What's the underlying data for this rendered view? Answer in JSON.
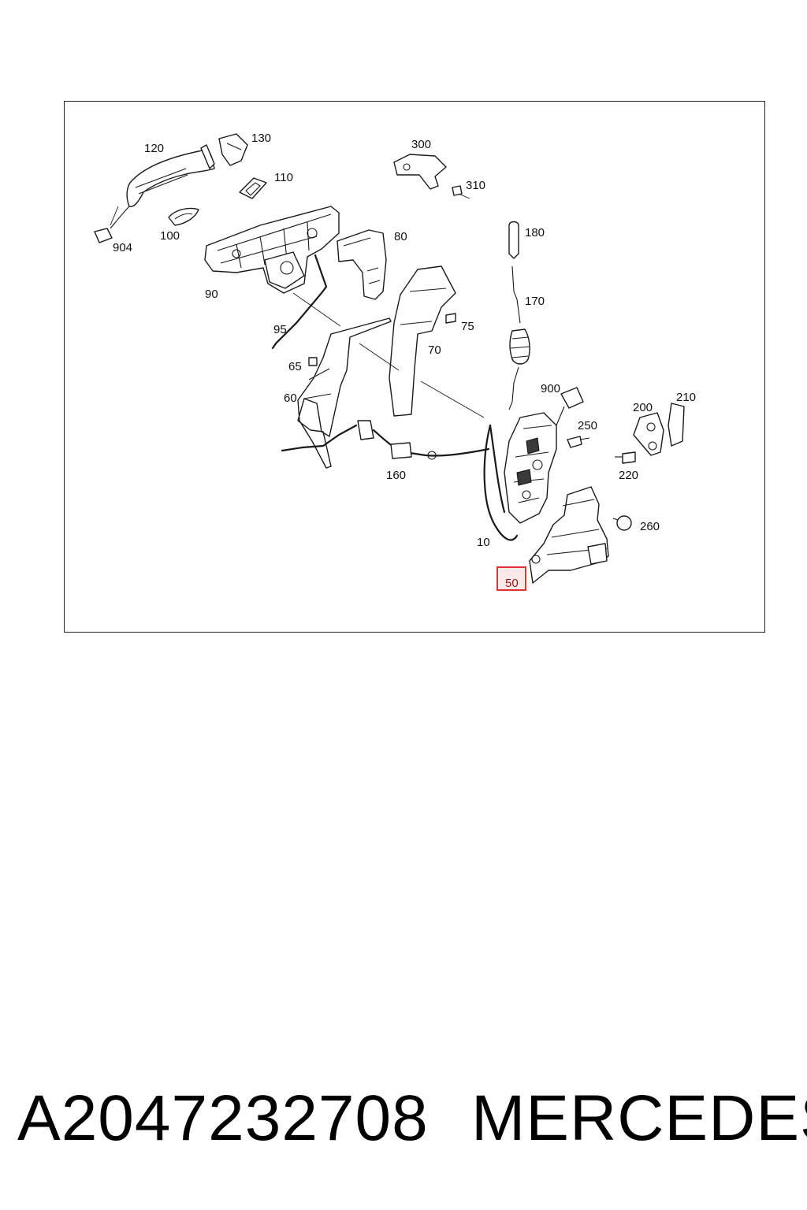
{
  "diagram": {
    "callouts": [
      {
        "id": "120",
        "label": "120"
      },
      {
        "id": "130",
        "label": "130"
      },
      {
        "id": "110",
        "label": "110"
      },
      {
        "id": "100",
        "label": "100"
      },
      {
        "id": "904",
        "label": "904"
      },
      {
        "id": "90",
        "label": "90"
      },
      {
        "id": "80",
        "label": "80"
      },
      {
        "id": "300",
        "label": "300"
      },
      {
        "id": "310",
        "label": "310"
      },
      {
        "id": "180",
        "label": "180"
      },
      {
        "id": "170",
        "label": "170"
      },
      {
        "id": "95",
        "label": "95"
      },
      {
        "id": "75",
        "label": "75"
      },
      {
        "id": "70",
        "label": "70"
      },
      {
        "id": "65",
        "label": "65"
      },
      {
        "id": "60",
        "label": "60"
      },
      {
        "id": "900",
        "label": "900"
      },
      {
        "id": "250",
        "label": "250"
      },
      {
        "id": "200",
        "label": "200"
      },
      {
        "id": "210",
        "label": "210"
      },
      {
        "id": "220",
        "label": "220"
      },
      {
        "id": "160",
        "label": "160"
      },
      {
        "id": "260",
        "label": "260"
      },
      {
        "id": "10",
        "label": "10"
      },
      {
        "id": "50",
        "label": "50",
        "highlighted": true
      }
    ],
    "highlight_color": "#e03030"
  },
  "caption": {
    "part_number": "A2047232708",
    "brand": "MERCEDES"
  }
}
